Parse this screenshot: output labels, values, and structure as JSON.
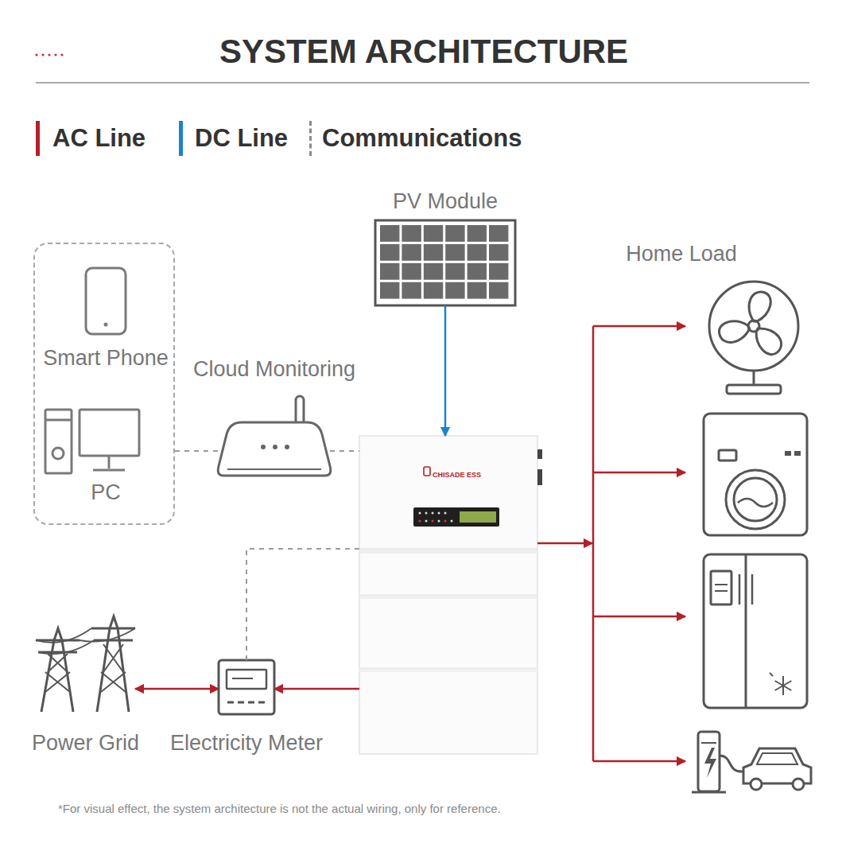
{
  "diagram": {
    "title": "SYSTEM ARCHITECTURE",
    "caption": "*For visual effect, the system architecture is not the actual wiring, only for reference.",
    "nodes": [
      {
        "text": [
          "Smart Phone",
          "PC"
        ]
      },
      {
        "text": [
          "Cloud Monitoring"
        ]
      },
      {
        "text": [
          "PV Module"
        ]
      },
      {
        "text": [
          "CHISADE ESS"
        ]
      },
      {
        "text": [
          "Home Load"
        ]
      },
      {
        "text": [
          "Electricity Meter"
        ]
      },
      {
        "text": [
          "Power Grid"
        ]
      }
    ],
    "edges": [
      {
        "from": 0,
        "to": 1,
        "arrow": "none"
      },
      {
        "from": 1,
        "to": 3,
        "arrow": "none"
      },
      {
        "from": 2,
        "to": 3,
        "arrow": "to"
      },
      {
        "from": 3,
        "to": 4,
        "arrow": "to"
      },
      {
        "from": 3,
        "to": 5,
        "arrow": "to"
      },
      {
        "from": 5,
        "to": 6,
        "arrow": "both"
      },
      {
        "from": 5,
        "to": 3,
        "arrow": "none"
      }
    ],
    "legend": [
      {
        "text": "AC Line",
        "color": "#b3202a"
      },
      {
        "text": "DC Line",
        "color": "#1a84c7"
      },
      {
        "text": "Communications"
      }
    ]
  }
}
